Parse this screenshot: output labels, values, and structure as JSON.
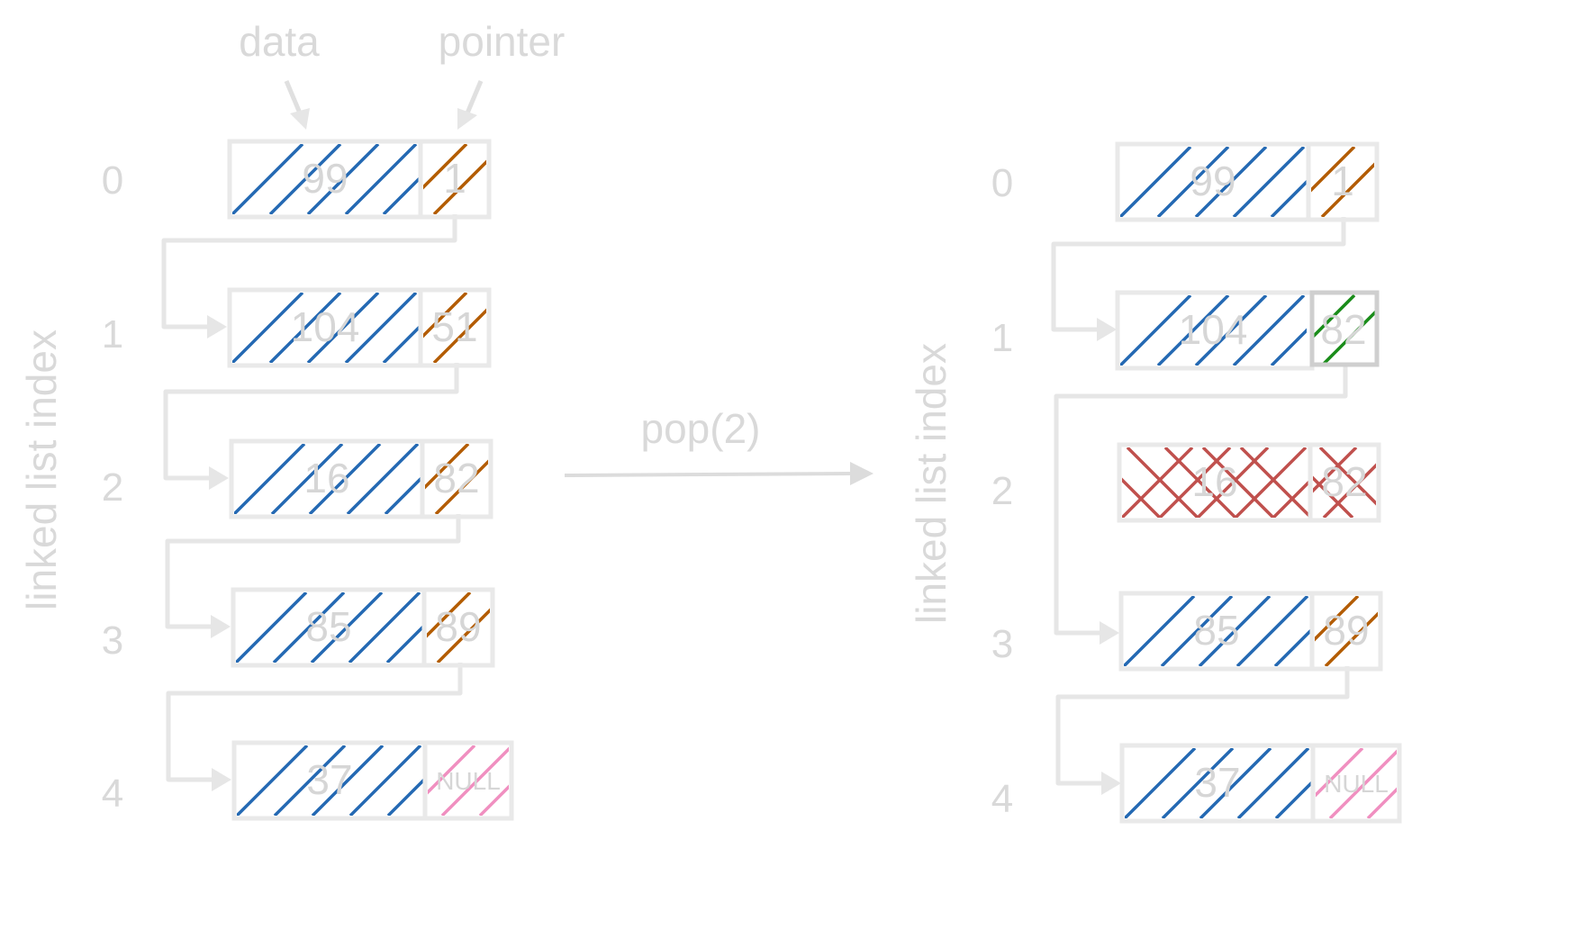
{
  "labels": {
    "data": "data",
    "pointer": "pointer",
    "operation": "pop(2)",
    "axis": "linked list index"
  },
  "colors": {
    "data": "#2469b3",
    "pointer": "#b35c00",
    "changed": "#198c19",
    "removed": "#c0504d",
    "null": "#f08fc0"
  },
  "before": {
    "nodes": [
      {
        "index": "0",
        "data": "99",
        "pointer": "1"
      },
      {
        "index": "1",
        "data": "104",
        "pointer": "51"
      },
      {
        "index": "2",
        "data": "16",
        "pointer": "82"
      },
      {
        "index": "3",
        "data": "85",
        "pointer": "89"
      },
      {
        "index": "4",
        "data": "37",
        "pointer": "NULL"
      }
    ]
  },
  "after": {
    "nodes": [
      {
        "index": "0",
        "data": "99",
        "pointer": "1"
      },
      {
        "index": "1",
        "data": "104",
        "pointer": "82",
        "status": "changed"
      },
      {
        "index": "2",
        "data": "16",
        "pointer": "82",
        "status": "removed"
      },
      {
        "index": "3",
        "data": "85",
        "pointer": "89"
      },
      {
        "index": "4",
        "data": "37",
        "pointer": "NULL"
      }
    ]
  }
}
